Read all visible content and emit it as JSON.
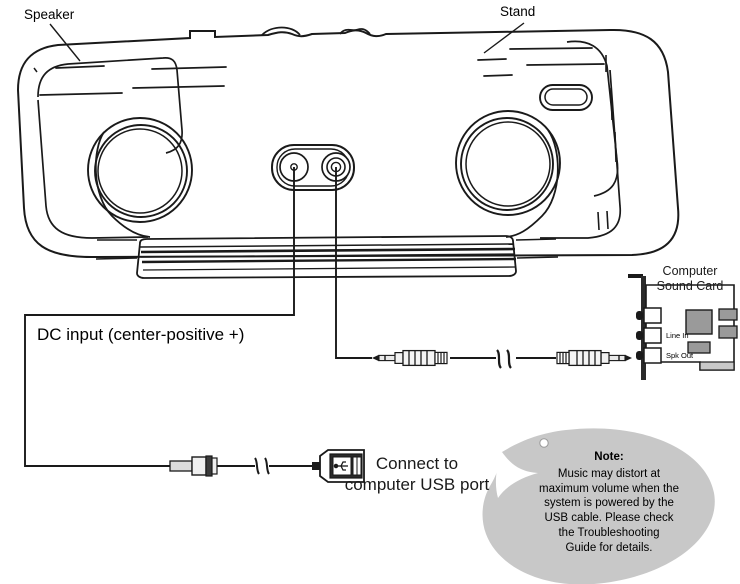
{
  "title": "Speaker system connection diagram",
  "callouts": {
    "speaker": "Speaker",
    "stand": "Stand"
  },
  "labels": {
    "dc_input": "DC input (center-positive +)",
    "usb_connect_line1": "Connect to",
    "usb_connect_line2": "computer USB port"
  },
  "sound_card": {
    "title_line1": "Computer",
    "title_line2": "Sound Card",
    "ports": [
      {
        "name": "mic-in",
        "label": ""
      },
      {
        "name": "line-in",
        "label": "Line In"
      },
      {
        "name": "spk-out",
        "label": "Spk Out"
      }
    ]
  },
  "note": {
    "title": "Note:",
    "lines": [
      "Music may distort at",
      "maximum volume when the",
      "system is powered by the",
      "USB cable. Please check",
      "the Troubleshooting",
      "Guide for details."
    ]
  },
  "colors": {
    "line": "#1a1a1a",
    "note_fill": "#c8c8c8",
    "chip_fill": "#9a9a9a",
    "bracket_fill": "#2b2b2b",
    "background": "#ffffff"
  },
  "connectors": {
    "dc_plug": "dc-barrel-plug",
    "usb_plug": "usb-type-a-plug",
    "audio_plug_speaker_end": "3.5mm-stereo-plug",
    "audio_plug_card_end": "3.5mm-stereo-plug",
    "break_symbol": "cable-break"
  }
}
